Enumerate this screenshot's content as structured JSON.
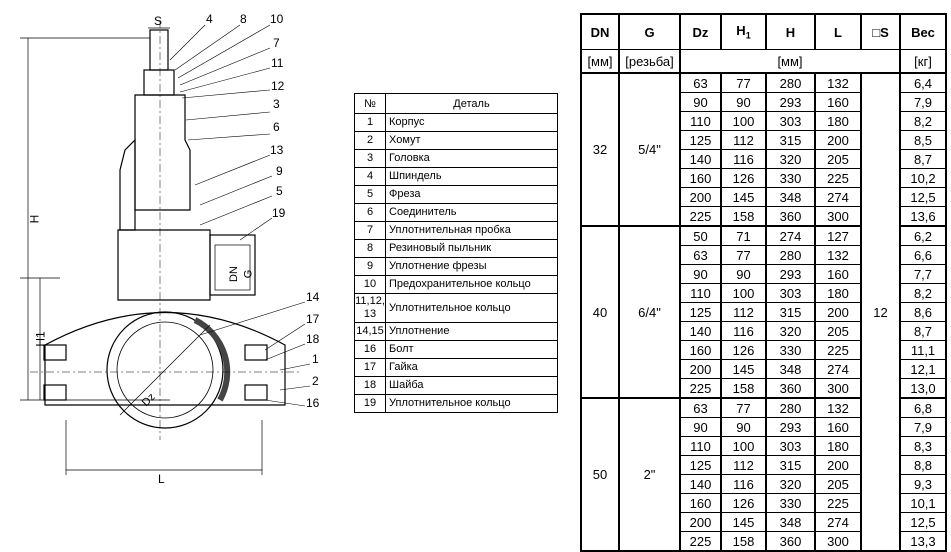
{
  "drawing": {
    "labels": {
      "s": "S",
      "h": "H",
      "h1": "H1",
      "dn": "DN",
      "g": "G",
      "dz": "Dz",
      "l": "L"
    },
    "callouts": [
      "4",
      "8",
      "10",
      "7",
      "11",
      "12",
      "3",
      "6",
      "13",
      "9",
      "5",
      "19",
      "14",
      "17",
      "18",
      "1",
      "2",
      "16"
    ]
  },
  "parts_table": {
    "headers": [
      "№",
      "Деталь"
    ],
    "rows": [
      [
        "1",
        "Корпус"
      ],
      [
        "2",
        "Хомут"
      ],
      [
        "3",
        "Головка"
      ],
      [
        "4",
        "Шпиндель"
      ],
      [
        "5",
        "Фреза"
      ],
      [
        "6",
        "Соединитель"
      ],
      [
        "7",
        "Уплотнительная пробка"
      ],
      [
        "8",
        "Резиновый пыльник"
      ],
      [
        "9",
        "Уплотнение фрезы"
      ],
      [
        "10",
        "Предохранительное кольцо"
      ],
      [
        "11,12, 13",
        "Уплотнительное кольцо"
      ],
      [
        "14,15",
        "Уплотнение"
      ],
      [
        "16",
        "Болт"
      ],
      [
        "17",
        "Гайка"
      ],
      [
        "18",
        "Шайба"
      ],
      [
        "19",
        "Уплотнительное кольцо"
      ]
    ]
  },
  "dims_table": {
    "headers": [
      "DN",
      "G",
      "Dz",
      "H1",
      "H",
      "L",
      "□S",
      "Вес"
    ],
    "units": [
      "[мм]",
      "[резьба]",
      "[мм]",
      "[кг]"
    ],
    "s_value": "12",
    "groups": [
      {
        "dn": "32",
        "g": "5/4\"",
        "rows": [
          [
            "63",
            "77",
            "280",
            "132",
            "6,4"
          ],
          [
            "90",
            "90",
            "293",
            "160",
            "7,9"
          ],
          [
            "110",
            "100",
            "303",
            "180",
            "8,2"
          ],
          [
            "125",
            "112",
            "315",
            "200",
            "8,5"
          ],
          [
            "140",
            "116",
            "320",
            "205",
            "8,7"
          ],
          [
            "160",
            "126",
            "330",
            "225",
            "10,2"
          ],
          [
            "200",
            "145",
            "348",
            "274",
            "12,5"
          ],
          [
            "225",
            "158",
            "360",
            "300",
            "13,6"
          ]
        ]
      },
      {
        "dn": "40",
        "g": "6/4\"",
        "rows": [
          [
            "50",
            "71",
            "274",
            "127",
            "6,2"
          ],
          [
            "63",
            "77",
            "280",
            "132",
            "6,6"
          ],
          [
            "90",
            "90",
            "293",
            "160",
            "7,7"
          ],
          [
            "110",
            "100",
            "303",
            "180",
            "8,2"
          ],
          [
            "125",
            "112",
            "315",
            "200",
            "8,6"
          ],
          [
            "140",
            "116",
            "320",
            "205",
            "8,7"
          ],
          [
            "160",
            "126",
            "330",
            "225",
            "11,1"
          ],
          [
            "200",
            "145",
            "348",
            "274",
            "12,1"
          ],
          [
            "225",
            "158",
            "360",
            "300",
            "13,0"
          ]
        ]
      },
      {
        "dn": "50",
        "g": "2\"",
        "rows": [
          [
            "63",
            "77",
            "280",
            "132",
            "6,8"
          ],
          [
            "90",
            "90",
            "293",
            "160",
            "7,9"
          ],
          [
            "110",
            "100",
            "303",
            "180",
            "8,3"
          ],
          [
            "125",
            "112",
            "315",
            "200",
            "8,8"
          ],
          [
            "140",
            "116",
            "320",
            "205",
            "9,3"
          ],
          [
            "160",
            "126",
            "330",
            "225",
            "10,1"
          ],
          [
            "200",
            "145",
            "348",
            "274",
            "12,5"
          ],
          [
            "225",
            "158",
            "360",
            "300",
            "13,3"
          ]
        ]
      }
    ]
  }
}
